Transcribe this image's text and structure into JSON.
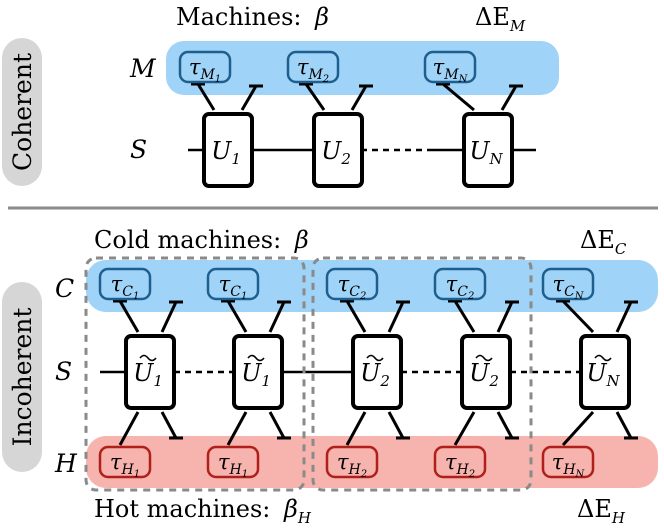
{
  "sections": {
    "coherent": {
      "label": "Coherent",
      "title_text": "Machines:",
      "title_symbol": "β",
      "energy_label": "ΔE",
      "energy_sub": "M",
      "row_labels": {
        "machine": "M",
        "system": "S"
      },
      "machines": [
        {
          "symbol": "τ",
          "sub": "M",
          "subsub": "1"
        },
        {
          "symbol": "τ",
          "sub": "M",
          "subsub": "2"
        },
        {
          "symbol": "τ",
          "sub": "M",
          "subsub": "N"
        }
      ],
      "unitaries": [
        {
          "symbol": "U",
          "sub": "1"
        },
        {
          "symbol": "U",
          "sub": "2"
        },
        {
          "symbol": "U",
          "sub": "N"
        }
      ]
    },
    "incoherent": {
      "label": "Incoherent",
      "cold_title_text": "Cold machines:",
      "cold_title_symbol": "β",
      "cold_energy_label": "ΔE",
      "cold_energy_sub": "C",
      "hot_title_text": "Hot machines:",
      "hot_title_symbol": "β",
      "hot_title_symbol_sub": "H",
      "hot_energy_label": "ΔE",
      "hot_energy_sub": "H",
      "row_labels": {
        "cold": "C",
        "system": "S",
        "hot": "H"
      },
      "cold_machines": [
        {
          "symbol": "τ",
          "sub": "C",
          "subsub": "1"
        },
        {
          "symbol": "τ",
          "sub": "C",
          "subsub": "1"
        },
        {
          "symbol": "τ",
          "sub": "C",
          "subsub": "2"
        },
        {
          "symbol": "τ",
          "sub": "C",
          "subsub": "2"
        },
        {
          "symbol": "τ",
          "sub": "C",
          "subsub": "N"
        }
      ],
      "hot_machines": [
        {
          "symbol": "τ",
          "sub": "H",
          "subsub": "1"
        },
        {
          "symbol": "τ",
          "sub": "H",
          "subsub": "1"
        },
        {
          "symbol": "τ",
          "sub": "H",
          "subsub": "2"
        },
        {
          "symbol": "τ",
          "sub": "H",
          "subsub": "2"
        },
        {
          "symbol": "τ",
          "sub": "H",
          "subsub": "N"
        }
      ],
      "unitaries": [
        {
          "symbol": "U",
          "sub": "1"
        },
        {
          "symbol": "U",
          "sub": "1"
        },
        {
          "symbol": "U",
          "sub": "2"
        },
        {
          "symbol": "U",
          "sub": "2"
        },
        {
          "symbol": "U",
          "sub": "N"
        }
      ]
    }
  },
  "colors": {
    "cold_band": "#9fd3f7",
    "hot_band": "#f7b3ae",
    "cold_stroke": "#1f5f8f",
    "hot_stroke": "#b0201a",
    "pill": "#d6d6d6",
    "divider": "#8a8a8a",
    "dashed_group": "#8a8a8a"
  }
}
